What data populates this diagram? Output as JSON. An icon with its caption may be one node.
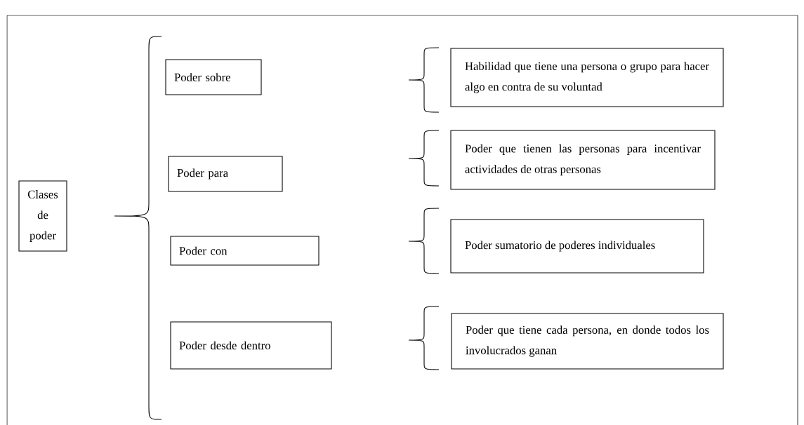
{
  "diagram": {
    "nodes": [
      {
        "text": [
          "Clases de poder"
        ]
      },
      {
        "text": [
          "Poder sobre"
        ]
      },
      {
        "text": [
          "Poder para"
        ]
      },
      {
        "text": [
          "Poder con"
        ]
      },
      {
        "text": [
          "Poder desde dentro"
        ]
      },
      {
        "text": [
          "Habilidad que tiene una persona o grupo para hacer algo en contra de su voluntad"
        ]
      },
      {
        "text": [
          "Poder que tienen las personas para incentivar actividades de otras personas"
        ]
      },
      {
        "text": [
          "Poder sumatorio de poderes individuales"
        ]
      },
      {
        "text": [
          "Poder que tiene cada persona, en donde todos los involucrados ganan"
        ]
      }
    ]
  }
}
